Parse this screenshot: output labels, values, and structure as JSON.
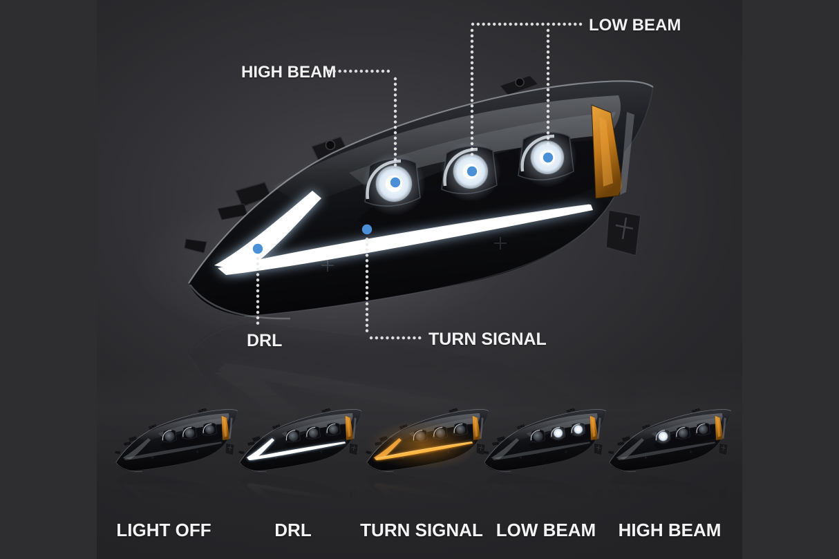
{
  "callouts": {
    "high_beam": "HIGH BEAM",
    "low_beam": "LOW BEAM",
    "drl": "DRL",
    "turn_signal": "TURN SIGNAL"
  },
  "modes": [
    {
      "label": "LIGHT OFF",
      "state": "state-off"
    },
    {
      "label": "DRL",
      "state": "state-drl"
    },
    {
      "label": "TURN SIGNAL",
      "state": "state-turn"
    },
    {
      "label": "LOW BEAM",
      "state": "state-low"
    },
    {
      "label": "HIGH BEAM",
      "state": "state-high"
    }
  ],
  "colors": {
    "page_background": "#2e2e30",
    "accent_blue_dot": "#4b90d7",
    "amber_marker": "#d9932f",
    "label_text": "#f2f2f2"
  }
}
